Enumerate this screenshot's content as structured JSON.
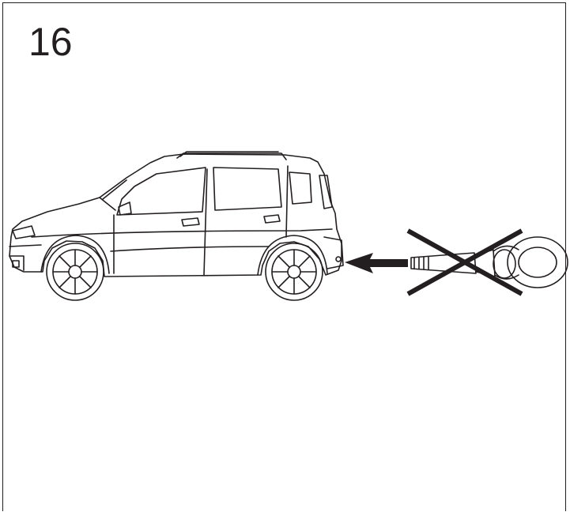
{
  "figure": {
    "number": "16"
  },
  "colors": {
    "ink": "#231f20",
    "paper": "#ffffff"
  },
  "icons": [
    "car-rear-towing-eye-socket",
    "towing-eye",
    "arrow-left",
    "cross-out-mark"
  ]
}
